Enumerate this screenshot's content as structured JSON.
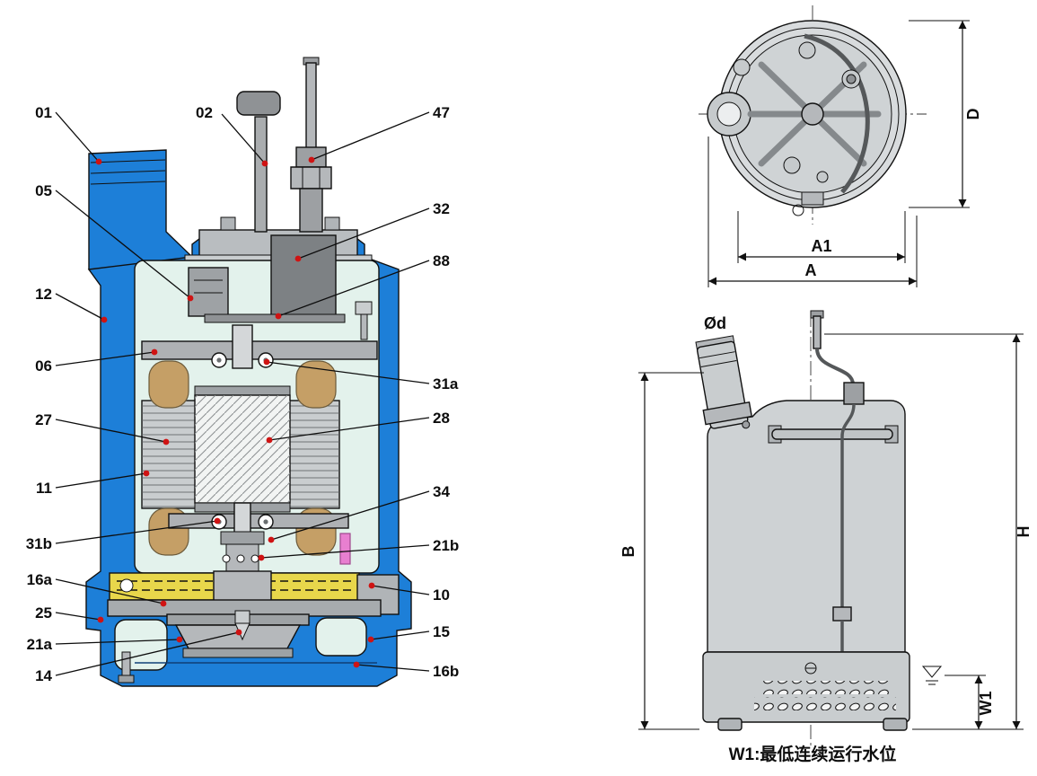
{
  "doc": {
    "type": "submersible-pump-technical-diagram",
    "caption": "W1:最低连续运行水位"
  },
  "parts": {
    "p01": "01",
    "p02": "02",
    "p05": "05",
    "p06": "06",
    "p10": "10",
    "p11": "11",
    "p12": "12",
    "p14": "14",
    "p15": "15",
    "p16a": "16a",
    "p16b": "16b",
    "p21a": "21a",
    "p21b": "21b",
    "p25": "25",
    "p27": "27",
    "p28": "28",
    "p31a": "31a",
    "p31b": "31b",
    "p32": "32",
    "p34": "34",
    "p47": "47",
    "p88": "88"
  },
  "dims": {
    "D": "D",
    "A1": "A1",
    "A": "A",
    "Od": "Ød",
    "B": "B",
    "H": "H",
    "W1": "W1"
  },
  "colors": {
    "casing_blue": "#1d7fd8",
    "chamber_mint": "#e3f2ec",
    "oil_yellow": "#e8d74b",
    "winding_tan": "#c59f66",
    "metal_light": "#c6cacc",
    "metal_mid": "#aaaeb1",
    "metal_dark": "#7d8184",
    "seal_pink": "#e87fd0",
    "leader_dot_red": "#cf1313"
  }
}
